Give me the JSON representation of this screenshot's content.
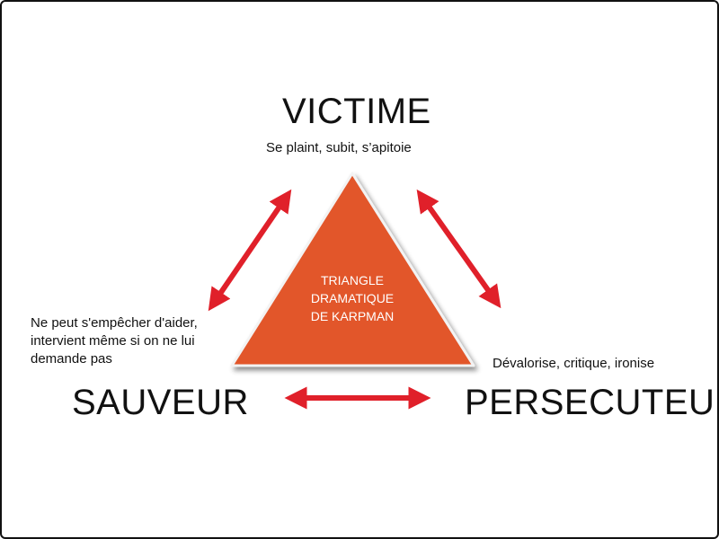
{
  "roles": {
    "victime": "VICTIME",
    "sauveur": "SAUVEUR",
    "persecuteur": "PERSECUTEUR"
  },
  "descriptions": {
    "victime": "Se plaint, subit, s’apitoie",
    "sauveur": [
      "Ne peut s'empêcher d'aider,",
      "intervient même si on ne lui",
      "demande pas"
    ],
    "persecuteur": "Dévalorise, critique, ironise"
  },
  "triangle": {
    "label": [
      "TRIANGLE",
      "DRAMATIQUE",
      "DE KARPMAN"
    ]
  },
  "colors": {
    "triangle_fill": "#e2572a",
    "arrow": "#e0202a",
    "text": "#111111",
    "triangle_text": "#ffffff"
  },
  "icons": {
    "arrows": [
      "double-arrow-left-side",
      "double-arrow-right-side",
      "double-arrow-bottom"
    ]
  }
}
